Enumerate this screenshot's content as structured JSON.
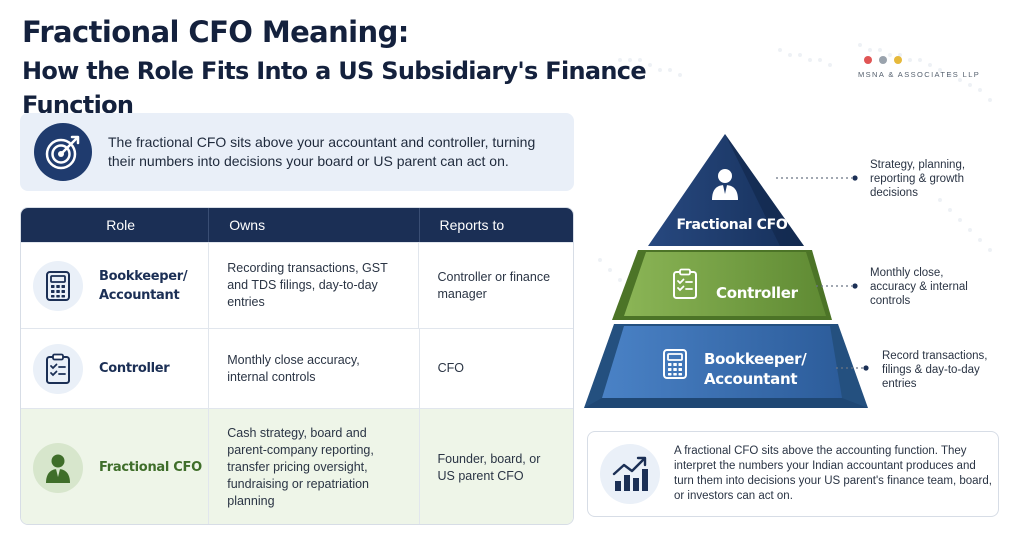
{
  "title": {
    "line1": "Fractional CFO Meaning:",
    "line2": "How the Role Fits Into a US Subsidiary's Finance Function"
  },
  "brand": {
    "name": "MSNA & ASSOCIATES LLP",
    "dot_colors": [
      "#e05555",
      "#9aa3ad",
      "#e6b93b"
    ]
  },
  "intro": {
    "icon": "target-icon",
    "text": "The fractional CFO sits above your accountant and controller, turning their numbers into decisions your board or US parent can act on."
  },
  "table": {
    "headers": [
      "Role",
      "Owns",
      "Reports to"
    ],
    "rows": [
      {
        "icon": "calculator-icon",
        "role": "Bookkeeper/ Accountant",
        "owns": "Recording transactions, GST and TDS filings, day-to-day entries",
        "reports_to": "Controller or finance manager"
      },
      {
        "icon": "clipboard-check-icon",
        "role": "Controller",
        "owns": "Monthly close accuracy, internal controls",
        "reports_to": "CFO"
      },
      {
        "icon": "executive-icon",
        "role": "Fractional CFO",
        "owns": "Cash strategy, board and parent-company reporting, transfer pricing oversight, fundraising or repatriation planning",
        "reports_to": "Founder, board, or US parent CFO"
      }
    ]
  },
  "pyramid": {
    "levels": [
      {
        "label": "Fractional CFO",
        "icon": "executive-icon",
        "color": "#1d3a6b",
        "note": "Strategy, planning, reporting & growth decisions"
      },
      {
        "label": "Controller",
        "icon": "clipboard-check-icon",
        "color": "#6f9a3f",
        "note": "Monthly close, accuracy & internal controls"
      },
      {
        "label": "Bookkeeper/ Accountant",
        "icon": "calculator-icon",
        "color": "#3467a8",
        "note": "Record transactions, filings & day-to-day entries"
      }
    ]
  },
  "summary": {
    "icon": "growth-chart-icon",
    "text": "A fractional CFO sits above the accounting function. They interpret the numbers your Indian accountant produces and turn them into decisions your US parent's finance team, board, or investors can act on."
  },
  "colors": {
    "navy": "#1b2f55",
    "green": "#6f9a3f",
    "blue": "#3467a8"
  }
}
